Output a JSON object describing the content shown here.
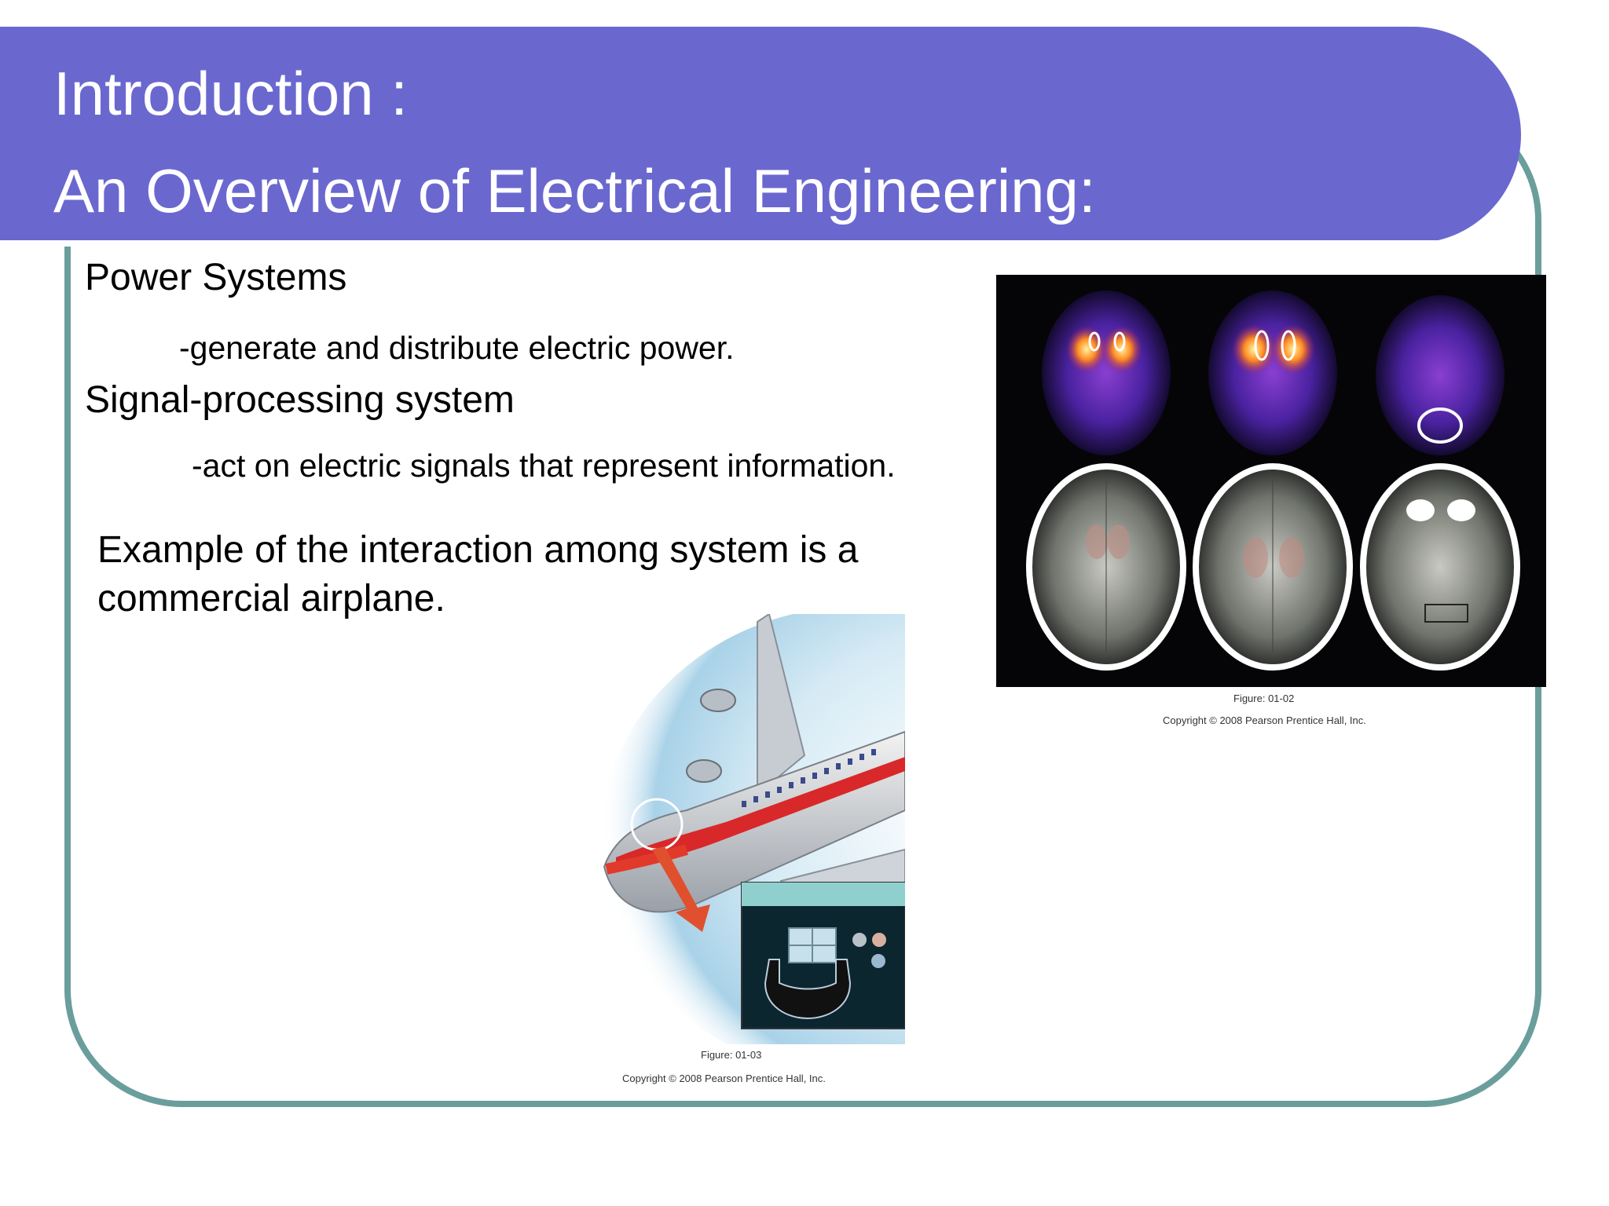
{
  "slide": {
    "title_line1": "Introduction :",
    "title_line2": "An Overview of Electrical Engineering:",
    "items": [
      {
        "heading": "Power Systems",
        "detail": "-generate and distribute electric power."
      },
      {
        "heading": "Signal-processing system",
        "detail": "-act on electric signals that represent information."
      }
    ],
    "example_line1": "Example of the interaction among system is a",
    "example_line2": "commercial airplane."
  },
  "figures": {
    "brain": {
      "label": "Figure: 01-02",
      "copyright": "Copyright © 2008 Pearson Prentice Hall, Inc."
    },
    "airplane": {
      "label": "Figure: 01-03",
      "copyright": "Copyright © 2008 Pearson Prentice Hall, Inc."
    }
  },
  "colors": {
    "header": "#6a68cf",
    "frame": "#6a9e9c"
  }
}
